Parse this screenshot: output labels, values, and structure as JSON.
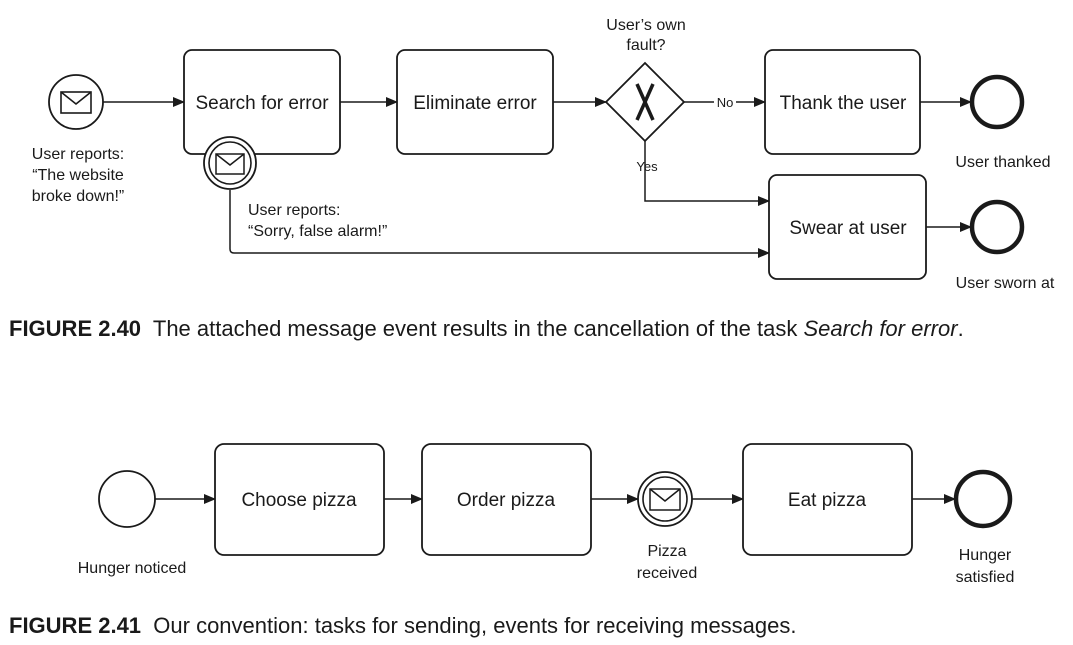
{
  "figure1": {
    "start_label": [
      "User reports:",
      "“The website",
      "broke down!”"
    ],
    "task_search": "Search for error",
    "task_eliminate": "Eliminate error",
    "gateway_label": [
      "User’s own",
      "fault?"
    ],
    "flow_no": "No",
    "flow_yes": "Yes",
    "task_thank": "Thank the user",
    "end_thanked": "User thanked",
    "attached_label": [
      "User reports:",
      "“Sorry, false alarm!”"
    ],
    "task_swear": "Swear at user",
    "end_sworn": "User sworn at",
    "caption_number": "FIGURE 2.40",
    "caption_text_before": "The attached message event results in the cancellation of the task",
    "caption_italic": "Search for error",
    "caption_text_after": "."
  },
  "figure2": {
    "start_label": "Hunger noticed",
    "task_choose": "Choose pizza",
    "task_order": "Order pizza",
    "intermediate_label": [
      "Pizza",
      "received"
    ],
    "task_eat": "Eat pizza",
    "end_label": [
      "Hunger",
      "satisfied"
    ],
    "caption_number": "FIGURE 2.41",
    "caption_text": "Our convention: tasks for sending, events for receiving messages."
  },
  "icons": [
    "envelope-icon",
    "x-gateway-icon"
  ]
}
